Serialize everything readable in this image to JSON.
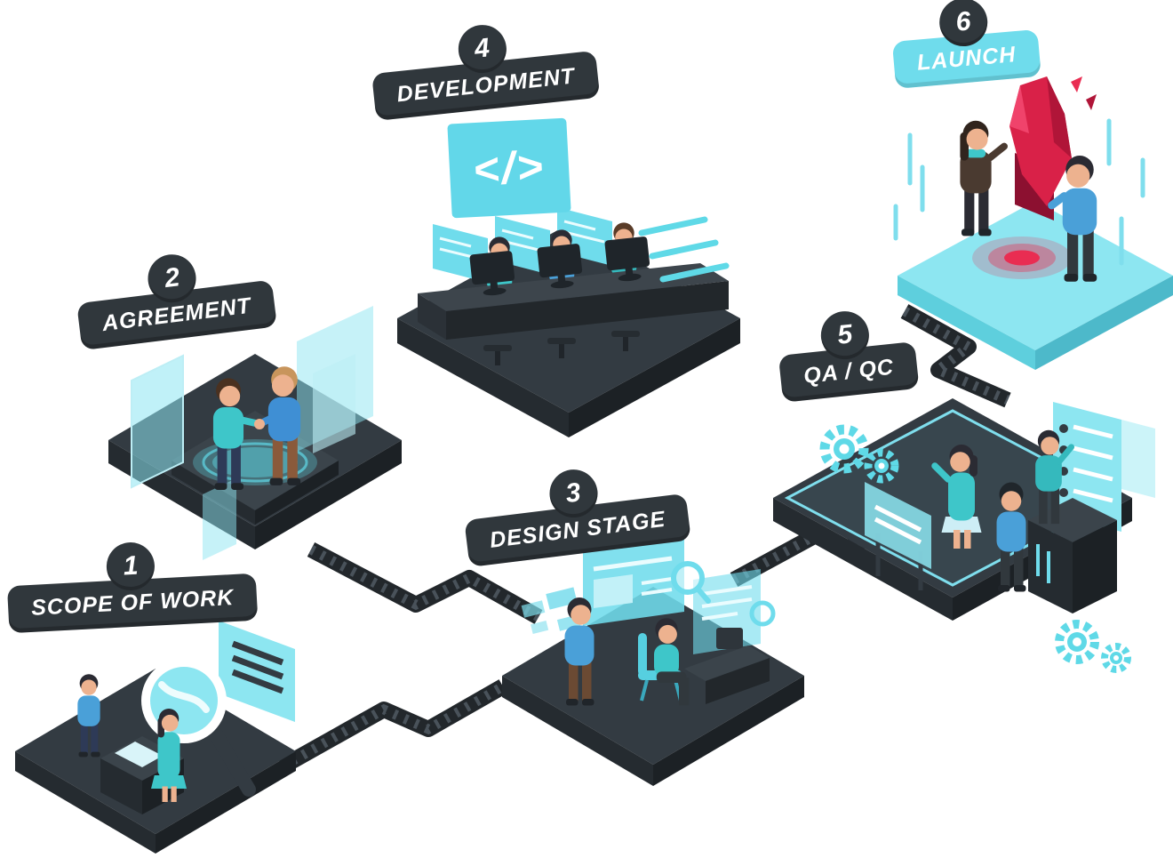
{
  "title": "Software development process diagram",
  "colors": {
    "accent": "#6fdcec",
    "accent_dark": "#4db9ca",
    "badge_dark": "#30373c",
    "platform_top": "#333b42",
    "platform_side_left": "#252b30",
    "platform_side_right": "#1c2125",
    "launch_red": "#e92d52",
    "text": "#ffffff"
  },
  "steps": [
    {
      "number": "1",
      "label": "SCOPE OF WORK",
      "style": "dark"
    },
    {
      "number": "2",
      "label": "AGREEMENT",
      "style": "dark"
    },
    {
      "number": "3",
      "label": "DESIGN STAGE",
      "style": "dark"
    },
    {
      "number": "4",
      "label": "DEVELOPMENT",
      "style": "dark"
    },
    {
      "number": "5",
      "label": "QA / QC",
      "style": "dark"
    },
    {
      "number": "6",
      "label": "LAUNCH",
      "style": "accent"
    }
  ],
  "icons": {
    "code_symbol": "</>"
  }
}
